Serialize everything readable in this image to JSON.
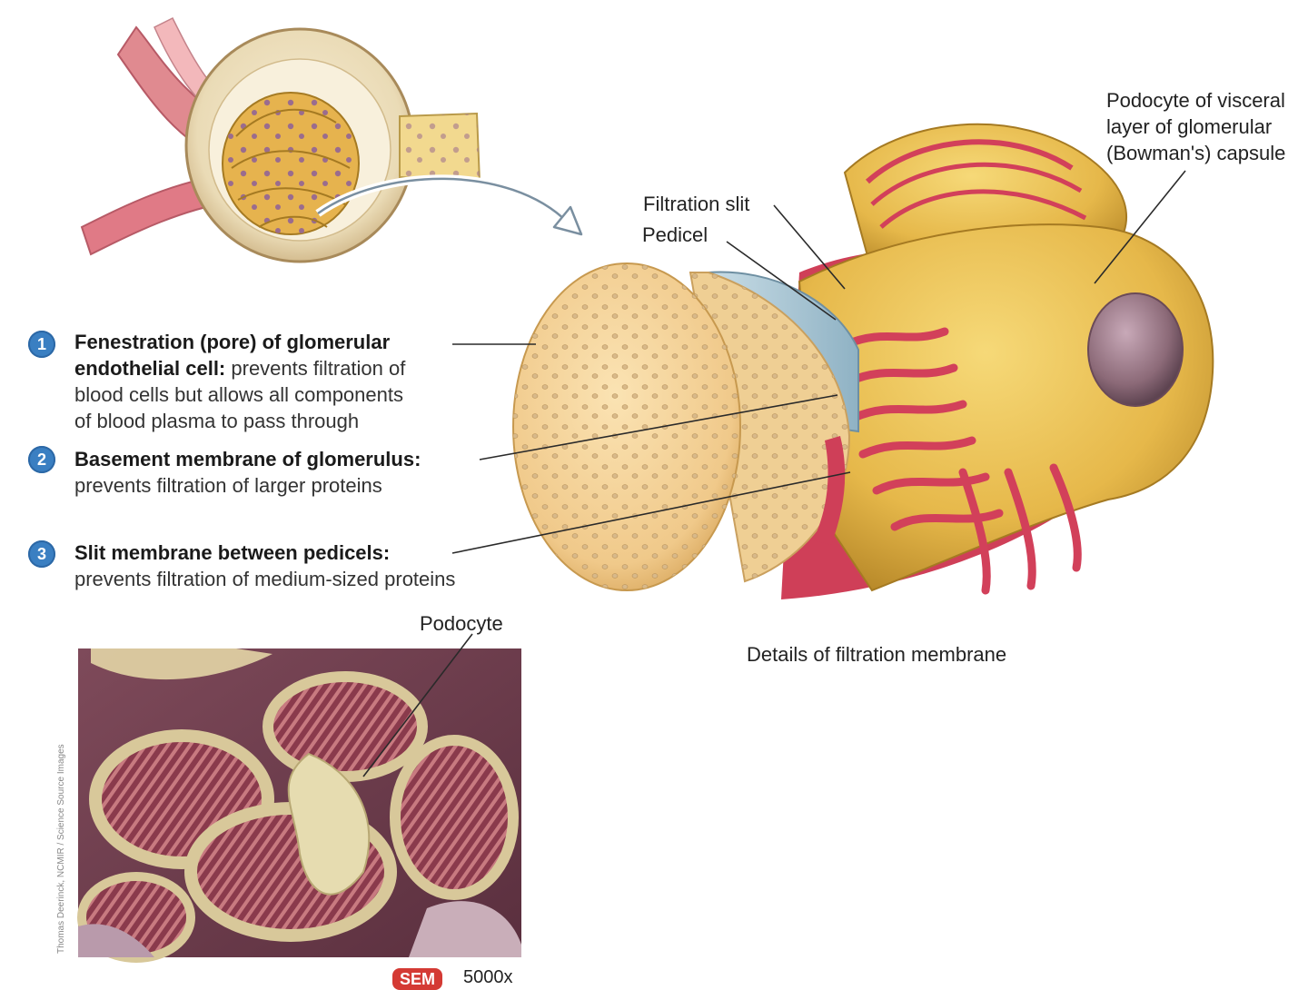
{
  "labels": {
    "podocyte_visceral_line1": "Podocyte of visceral",
    "podocyte_visceral_line2": "layer of glomerular",
    "podocyte_visceral_line3": "(Bowman's) capsule",
    "filtration_slit": "Filtration slit",
    "pedicel": "Pedicel",
    "details_caption": "Details of filtration membrane",
    "podocyte": "Podocyte"
  },
  "items": [
    {
      "number": "1",
      "bold_line1": "Fenestration (pore) of glomerular",
      "bold_line2": "endothelial cell:",
      "rest_line2": " prevents filtration of",
      "line3": "blood cells but allows all components",
      "line4": "of blood plasma to pass through"
    },
    {
      "number": "2",
      "bold_line1": "Basement membrane of glomerulus:",
      "line2": "prevents filtration of larger proteins"
    },
    {
      "number": "3",
      "bold_line1": "Slit membrane between pedicels:",
      "line2": "prevents filtration of medium-sized proteins"
    }
  ],
  "sem": {
    "badge": "SEM",
    "magnification": "5000x",
    "credit": "Thomas Deerinck, NCMIR / Science Source Images"
  },
  "colors": {
    "accent_blue": "#3a7fc2",
    "podocyte_yellow": "#e8c05a",
    "pedicel_red": "#d2405a",
    "badge_red": "#d43a34"
  }
}
